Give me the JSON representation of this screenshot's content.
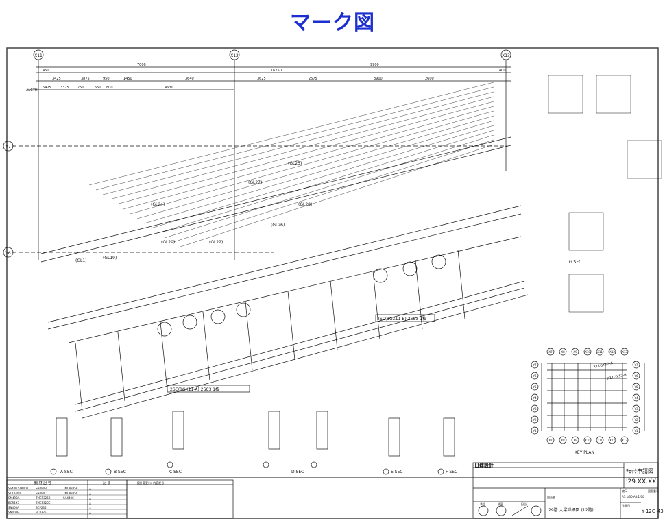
{
  "title": "マーク図",
  "grid": {
    "x_labels": [
      "X11",
      "X12",
      "X13"
    ],
    "y_labels": [
      "Y7",
      "Y6"
    ]
  },
  "dimensions": {
    "top_row1": [
      "7000",
      "9900"
    ],
    "top_row2": [
      "450",
      "16250",
      "400"
    ],
    "top_row3": [
      "3425",
      "3875",
      "950",
      "1450",
      "3640",
      "3625",
      "2575",
      "3900",
      "2600"
    ],
    "alc_label": "ALC7H",
    "alc_row": [
      "6475",
      "3325",
      "750",
      "550",
      "800",
      "4630"
    ]
  },
  "marks": [
    "(GL1)",
    "(GL19)",
    "(GL20)",
    "(GL22)",
    "(GL24)",
    "(GL25)",
    "(GL26)",
    "(GL27)",
    "(GL28)"
  ],
  "callouts": [
    "2SC(1GX11-A) 2SC3 1枚",
    "2SC(1GX11-B) 2SC3 1枚"
  ],
  "sections": [
    {
      "label": "A SEC"
    },
    {
      "label": "B SEC"
    },
    {
      "label": "C SEC"
    },
    {
      "label": "D SEC"
    },
    {
      "label": "E SEC"
    },
    {
      "label": "F SEC"
    },
    {
      "label": "G SEC"
    }
  ],
  "key_plan": {
    "title": "KEY PLAN",
    "x_labels": [
      "X7",
      "X8",
      "X9",
      "X10",
      "X11",
      "X12",
      "X13"
    ],
    "y_labels": [
      "Y7",
      "Y6",
      "Y5",
      "Y4",
      "Y3",
      "Y2",
      "Y1"
    ],
    "lines": [
      "X11GX12-A",
      "X11GX12-B"
    ]
  },
  "title_block": {
    "company": "日建設計",
    "check_label": "ﾁｪｯｸ申請図",
    "date": "'29.XX.XX",
    "project_label": "図面名",
    "project": "29階 大梁詳細図 (12階)",
    "scale_label": "縮尺",
    "scale": "A1:1/30 A3:1/60",
    "date_label": "作図日",
    "drawing_no_label": "図面番号",
    "drawing_no": "Y-12G-43",
    "stamps": [
      "承認",
      "検図",
      "担当"
    ]
  },
  "legend_table": {
    "header": "鋼 材 記 号",
    "notes_header": "記 事",
    "rows": [
      [
        "SS400 STK400",
        "SN490B",
        "TMCP385B"
      ],
      [
        "STKR400",
        "SN490C",
        "TMCP385C"
      ],
      [
        "SM490A",
        "TMCP325B",
        "SA440C"
      ],
      [
        "BCR295",
        "TMCP325C",
        ""
      ],
      [
        "SN400A",
        "BCP235",
        ""
      ],
      [
        "SN400B",
        "BCP325T",
        ""
      ]
    ]
  },
  "revision_header": "設計変更ｸﾗｽ 内容記号"
}
